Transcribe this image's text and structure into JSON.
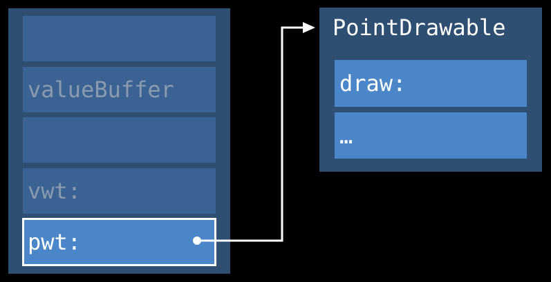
{
  "existential_container": {
    "cells": [
      {
        "label": ""
      },
      {
        "label": "valueBuffer"
      },
      {
        "label": ""
      },
      {
        "label": "vwt:"
      },
      {
        "label": "pwt:"
      }
    ]
  },
  "protocol_witness_table": {
    "title": "PointDrawable",
    "entries": [
      {
        "label": "draw:"
      },
      {
        "label": "…"
      }
    ]
  },
  "colors": {
    "background": "#000000",
    "container": "#2e4e72",
    "cell_inactive": "#3a6394",
    "cell_active": "#4a86c8",
    "text_inactive": "#8a9bb0",
    "text_active": "#ffffff"
  }
}
